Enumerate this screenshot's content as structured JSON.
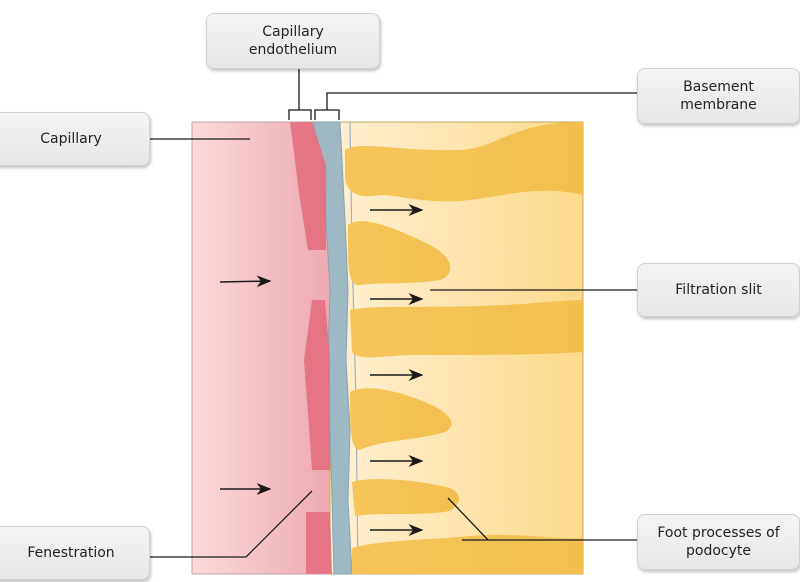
{
  "diagram": {
    "title": "Glomerular filtration barrier",
    "colors": {
      "capillary": "#f2b8bf",
      "endothelium": "#e06a7a",
      "basement_membrane": "#9fb7c2",
      "podocyte_bg": "#fde7b8",
      "foot_process": "#f0b84a",
      "line": "#222222"
    },
    "labels": {
      "capillary": "Capillary",
      "capillary_endothelium": "Capillary\nendothelium",
      "basement_membrane": "Basement\nmembrane",
      "filtration_slit": "Filtration slit",
      "fenestration": "Fenestration",
      "foot_processes": "Foot processes of\npodocyte"
    },
    "arrows": {
      "direction": "left-to-right",
      "meaning": "filtration flow"
    }
  }
}
